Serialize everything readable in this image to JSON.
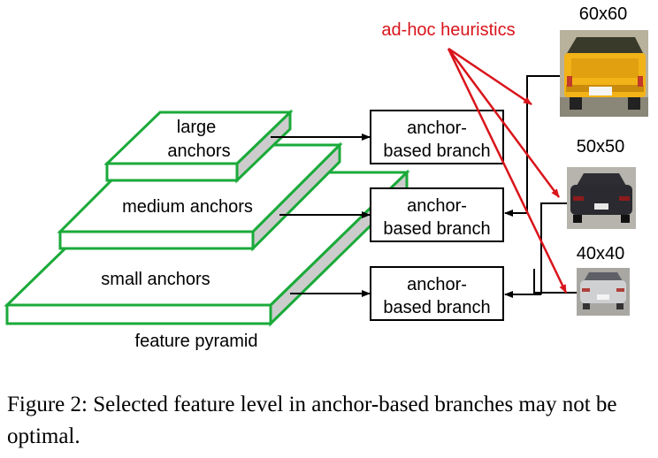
{
  "diagram": {
    "heuristics_label": "ad-hoc heuristics",
    "layers": [
      {
        "label_lines": [
          "large",
          "anchors"
        ]
      },
      {
        "label_lines": [
          "medium anchors"
        ]
      },
      {
        "label_lines": [
          "small anchors"
        ]
      }
    ],
    "pyramid_label": "feature pyramid",
    "branches": [
      {
        "line1": "anchor-",
        "line2": "based branch"
      },
      {
        "line1": "anchor-",
        "line2": "based branch"
      },
      {
        "line1": "anchor-",
        "line2": "based branch"
      }
    ],
    "sizes": [
      "60x60",
      "50x50",
      "40x40"
    ],
    "images": [
      {
        "icon": "yellow-pickup-truck-photo"
      },
      {
        "icon": "dark-sedan-photo"
      },
      {
        "icon": "silver-sedan-photo"
      }
    ],
    "colors": {
      "layer_stroke": "#1aaa3a",
      "layer_side": "#cccccc",
      "heuristic_arrows": "#d9141b",
      "box_stroke": "#000000"
    }
  },
  "caption": "Figure 2: Selected feature level in anchor-based branches may not be optimal."
}
